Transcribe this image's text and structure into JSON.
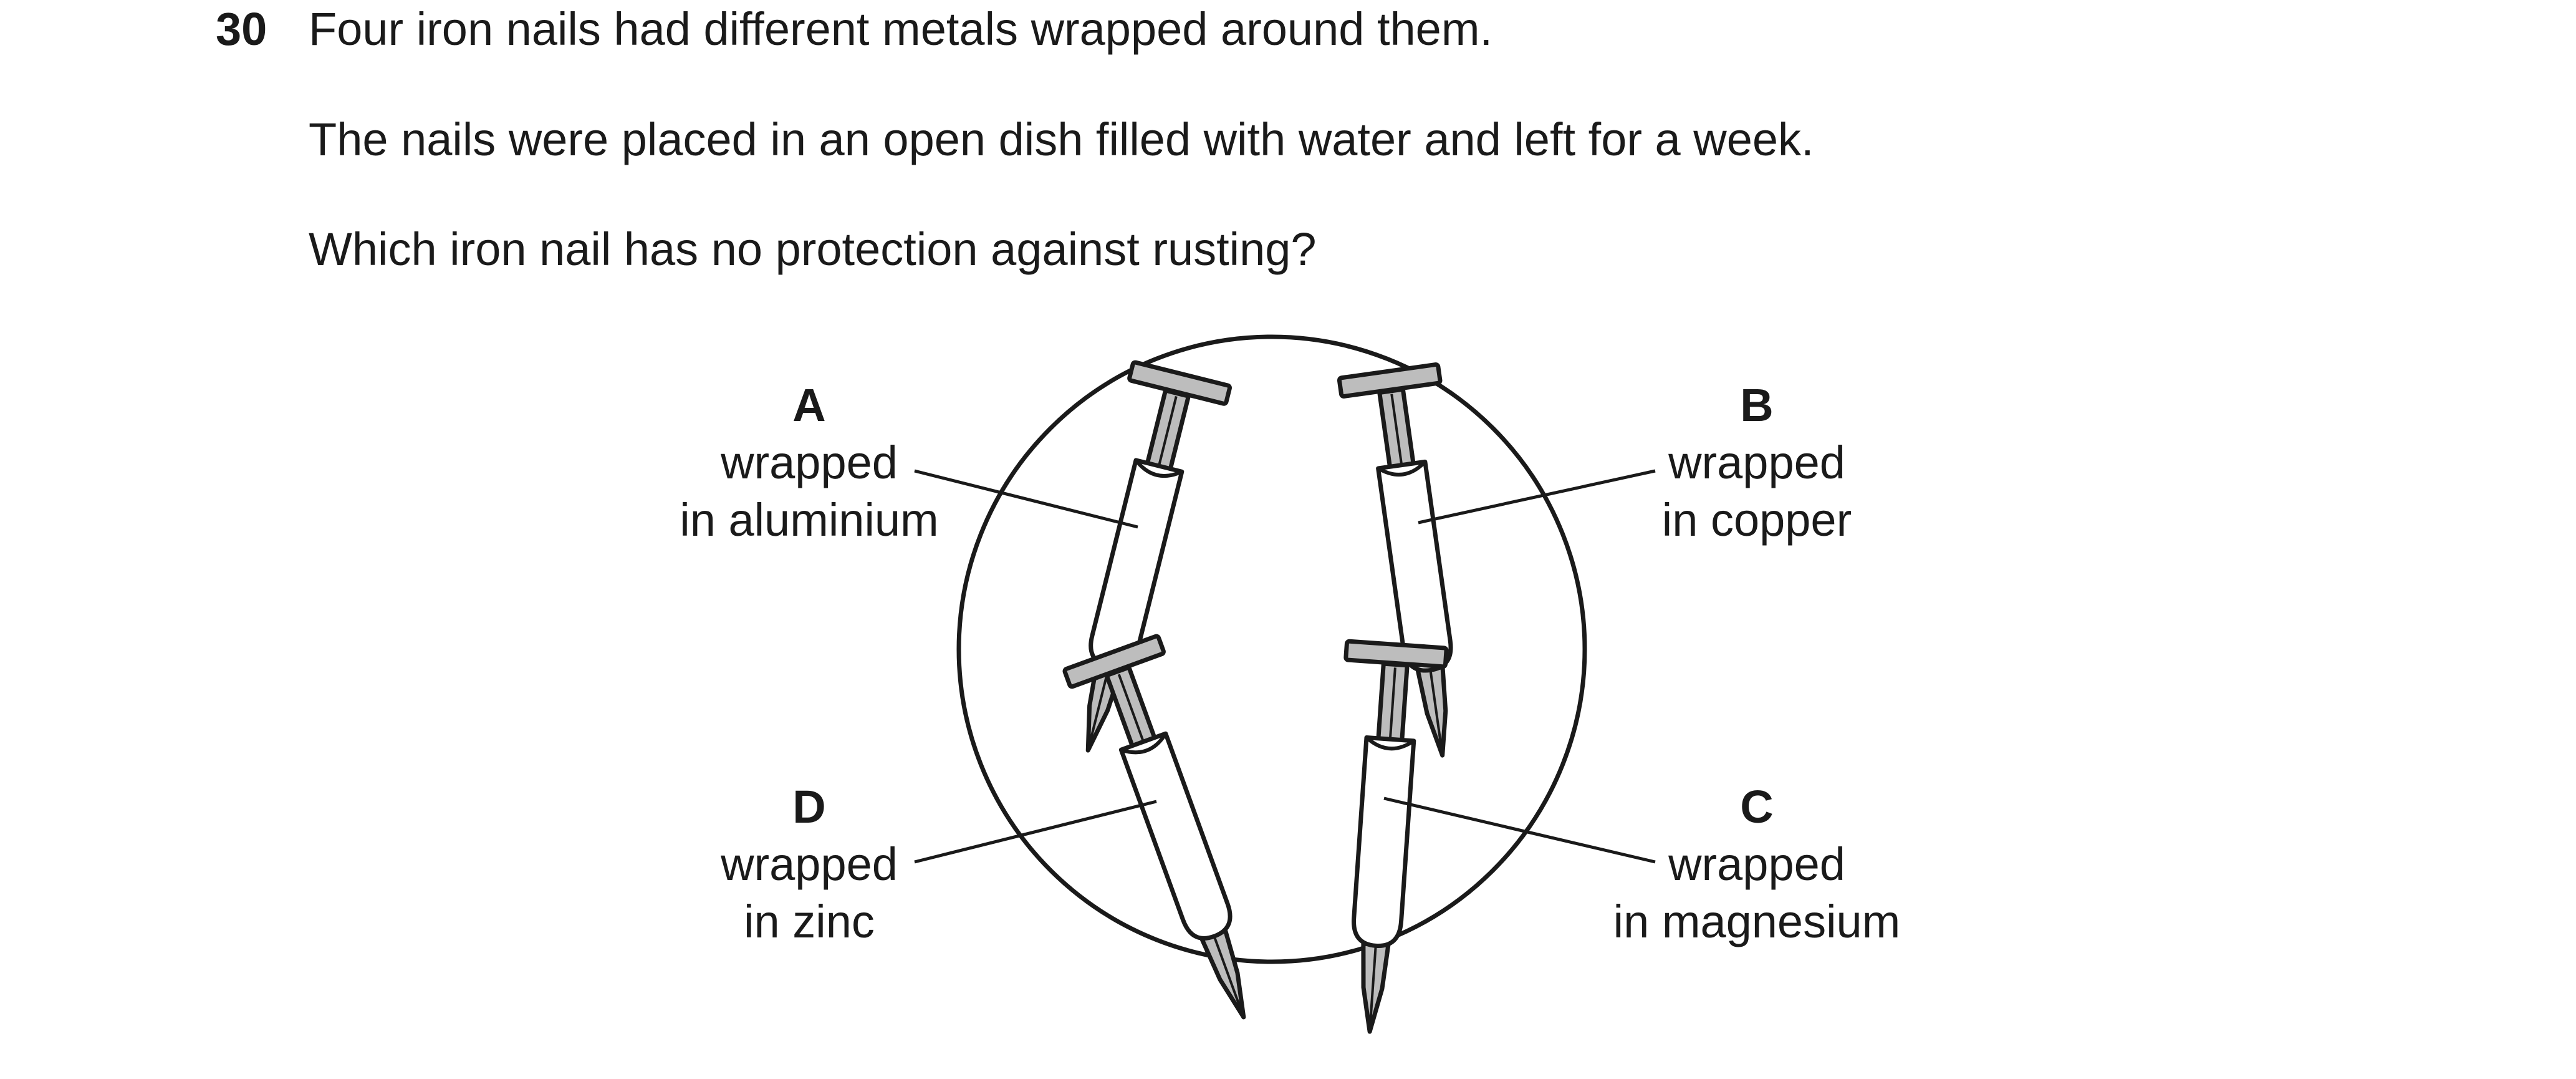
{
  "question": {
    "number": "30",
    "lines": [
      "Four iron nails had different metals wrapped around them.",
      "The nails were placed in an open dish filled with water and left for a week.",
      "Which iron nail has no protection against rusting?"
    ]
  },
  "diagram": {
    "labels": {
      "A": {
        "letter": "A",
        "line1": "wrapped",
        "line2": "in aluminium"
      },
      "B": {
        "letter": "B",
        "line1": "wrapped",
        "line2": "in copper"
      },
      "C": {
        "letter": "C",
        "line1": "wrapped",
        "line2": "in magnesium"
      },
      "D": {
        "letter": "D",
        "line1": "wrapped",
        "line2": "in zinc"
      }
    },
    "colors": {
      "outline": "#1a1a1a",
      "nail_fill": "#bdbdbd",
      "wrap_fill": "#ffffff"
    }
  }
}
